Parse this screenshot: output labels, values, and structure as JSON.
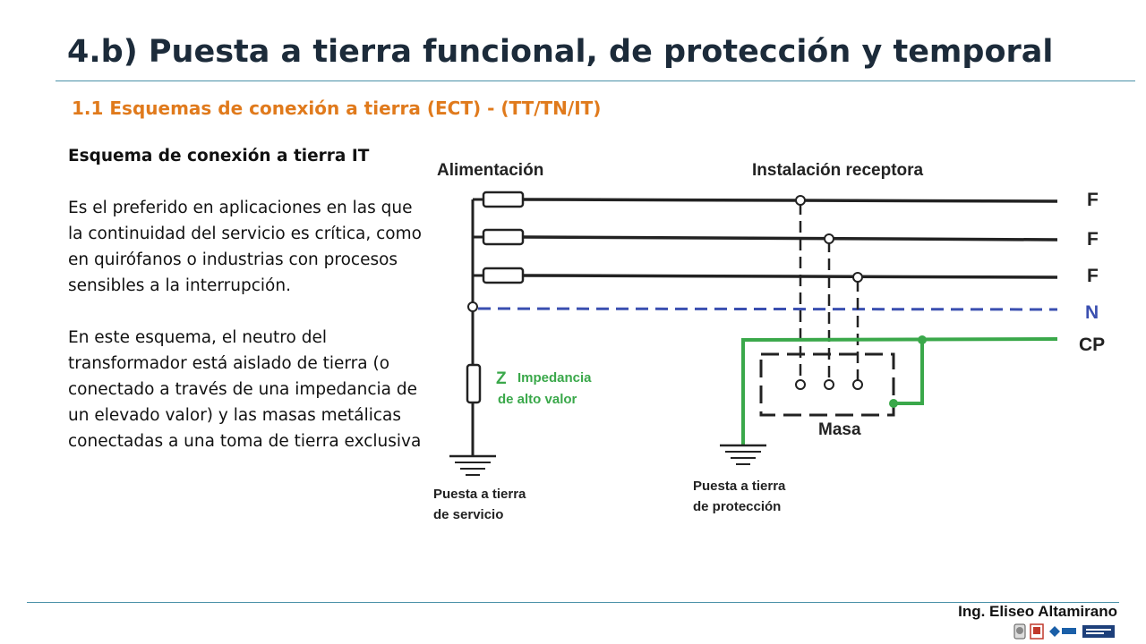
{
  "slide": {
    "title": "4.b) Puesta a tierra funcional, de protección y temporal",
    "subtitle": "1.1 Esquemas de conexión a tierra (ECT) - (TT/TN/IT)"
  },
  "text": {
    "heading": "Esquema de conexión a tierra IT",
    "paragraph1": "Es el preferido en aplicaciones en las que la continuidad del servicio es crítica, como en quirófanos o industrias con procesos sensibles a la interrupción.",
    "paragraph2": "En este esquema, el neutro del transformador está aislado de tierra (o conectado a través de una impedancia de un elevado valor) y las masas metálicas conectadas a una toma de tierra exclusiva"
  },
  "diagram": {
    "label_supply": "Alimentación",
    "label_installation": "Instalación receptora",
    "conductors": [
      "F",
      "F",
      "F",
      "N",
      "CP"
    ],
    "impedance_symbol": "Z",
    "impedance_line1": "Impedancia",
    "impedance_line2": "de alto valor",
    "mass_label": "Masa",
    "service_ground_line1": "Puesta a tierra",
    "service_ground_line2": "de servicio",
    "protection_ground_line1": "Puesta a tierra",
    "protection_ground_line2": "de protección",
    "colors": {
      "line": "#222222",
      "neutral": "#3a4fb0",
      "protective": "#3aa84a",
      "impedance_text": "#3aa84a"
    }
  },
  "footer": {
    "author": "Ing. Eliseo Altamirano"
  }
}
